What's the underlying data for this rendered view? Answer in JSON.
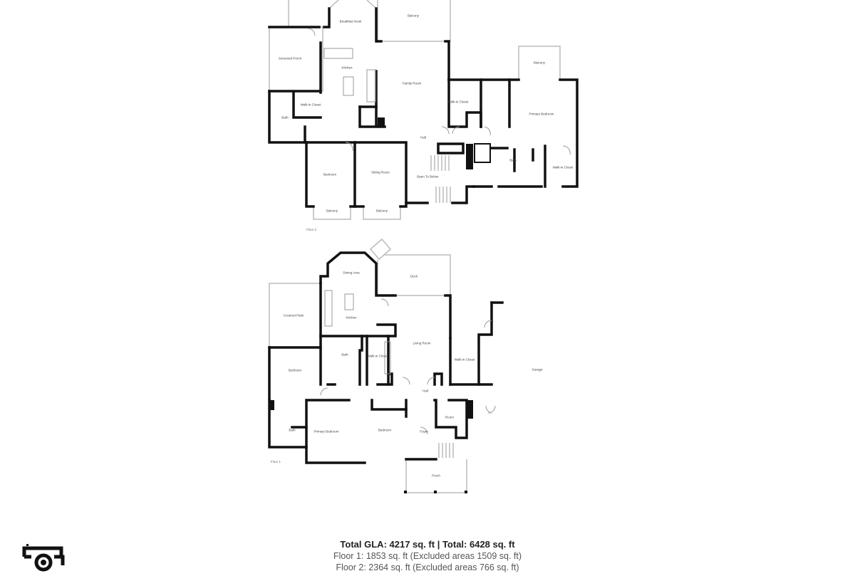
{
  "floors": {
    "floor2": {
      "label": "Floor 2",
      "rooms": [
        "Breakfast Nook",
        "Balcony",
        "Screened Porch",
        "Kitchen",
        "Family Room",
        "Bath",
        "Walk-in Closet",
        "Walk-in Closet",
        "Hall",
        "Balcony",
        "Primary Bedroom",
        "Bath",
        "Walk-in Closet",
        "Bedroom",
        "Sitting Room",
        "Open To Below",
        "Balcony",
        "Balcony"
      ]
    },
    "floor1": {
      "label": "Floor 1",
      "rooms": [
        "Dining Area",
        "Deck",
        "Covered Patio",
        "Kitchen",
        "Living Room",
        "Bath",
        "Walk-in Closet",
        "Walk-in Closet",
        "Bedroom",
        "Hall",
        "Garage",
        "Bath",
        "Primary Bedroom",
        "Bedroom",
        "Foyer",
        "Room",
        "Porch"
      ]
    }
  },
  "summary": {
    "total": "Total GLA: 4217 sq. ft | Total: 6428 sq. ft",
    "floor1": "Floor 1: 1853 sq. ft (Excluded areas 1509 sq. ft)",
    "floor2": "Floor 2: 2364 sq. ft (Excluded areas 766 sq. ft)"
  }
}
